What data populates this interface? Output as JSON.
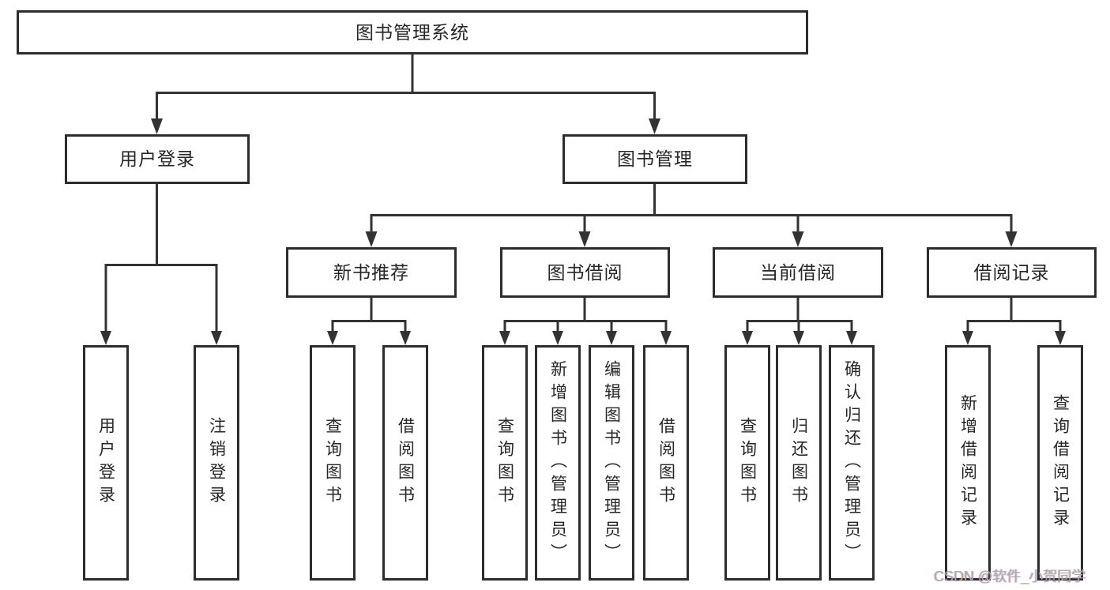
{
  "diagram": {
    "root": "图书管理系统",
    "user_login": "用户登录",
    "book_mgmt": "图书管理",
    "modules": [
      "新书推荐",
      "图书借阅",
      "当前借阅",
      "借阅记录"
    ],
    "user_login_children": [
      "用户登录",
      "注销登录"
    ],
    "new_book_children": [
      "查询图书",
      "借阅图书"
    ],
    "borrow_children": [
      "查询图书",
      "新增图书（管理员）",
      "编辑图书（管理员）",
      "借阅图书"
    ],
    "current_children": [
      "查询图书",
      "归还图书",
      "确认归还（管理员）"
    ],
    "record_children": [
      "新增借阅记录",
      "查询借阅记录"
    ],
    "line_color": "#333333",
    "box_border_color": "#2d2d2d",
    "box_background": "#ffffff",
    "text_color": "#262626"
  },
  "watermark": {
    "text": "CSDN @软件_小贺同学",
    "color": "#ababab"
  }
}
